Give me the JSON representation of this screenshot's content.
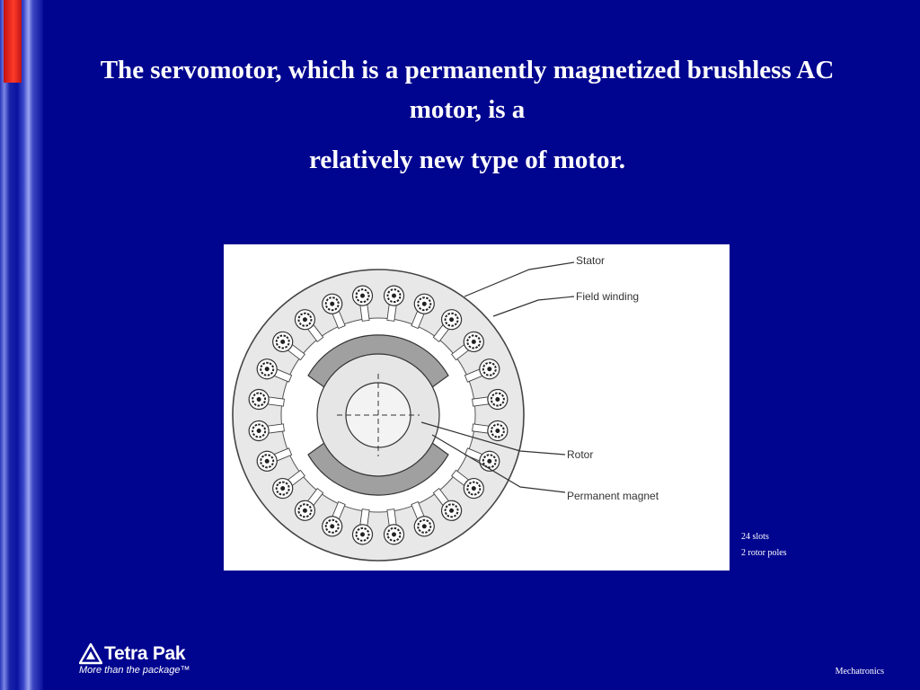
{
  "slide": {
    "title_line1": "The servomotor, which is a permanently magnetized brushless AC motor, is a",
    "title_line2": "relatively new type of motor."
  },
  "diagram": {
    "labels": {
      "stator": "Stator",
      "field_winding": "Field winding",
      "rotor": "Rotor",
      "permanent_magnet": "Permanent magnet"
    },
    "slot_count": 24,
    "rotor_poles": 2
  },
  "caption": {
    "line1": "24 slots",
    "line2": "2 rotor poles"
  },
  "branding": {
    "logo_name": "Tetra Pak",
    "tagline": "More than the package™"
  },
  "footer": {
    "topic": "Mechatronics"
  },
  "colors": {
    "background": "#00058f",
    "text": "#ffffff",
    "accent_red": "#e02015"
  }
}
